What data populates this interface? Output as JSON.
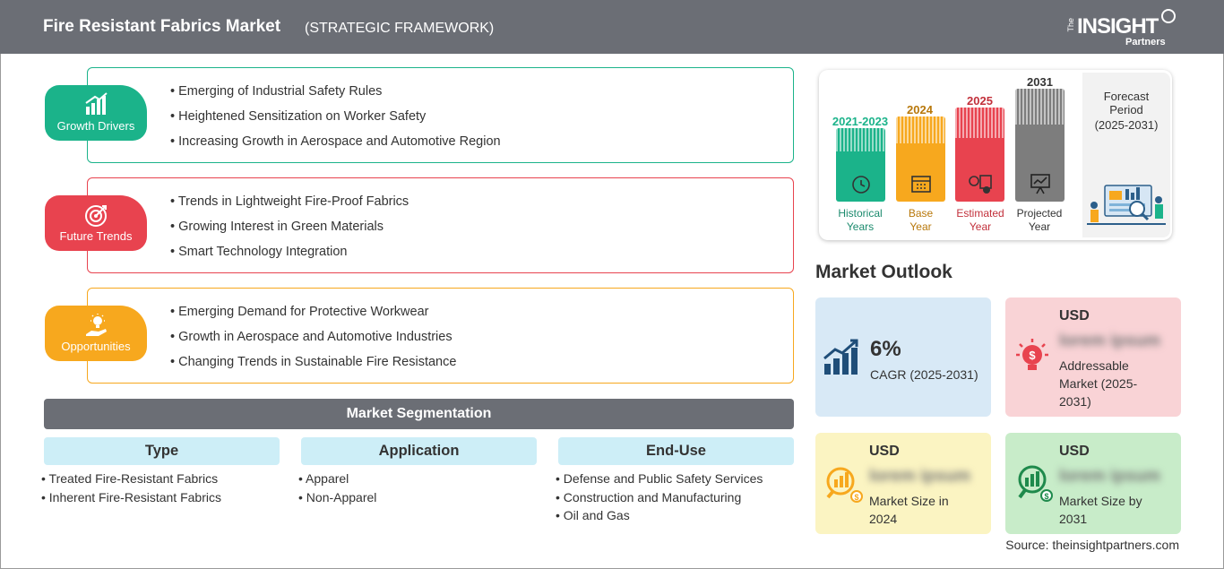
{
  "header": {
    "title": "Fire Resistant Fabrics Market",
    "subtitle": "(STRATEGIC FRAMEWORK)",
    "logo_the": "The",
    "logo_insight": "INSIGHT",
    "logo_partners": "Partners"
  },
  "categories": [
    {
      "label": "Growth Drivers",
      "items": [
        "Emerging of Industrial Safety Rules",
        "Heightened Sensitization on Worker Safety",
        "Increasing Growth in Aerospace and Automotive Region"
      ]
    },
    {
      "label": "Future Trends",
      "items": [
        "Trends in Lightweight Fire-Proof Fabrics",
        "Growing Interest in Green Materials",
        "Smart Technology Integration"
      ]
    },
    {
      "label": "Opportunities",
      "items": [
        "Emerging Demand for Protective Workwear",
        "Growth in Aerospace and Automotive Industries",
        "Changing Trends in Sustainable Fire Resistance"
      ]
    }
  ],
  "segmentation": {
    "title": "Market Segmentation",
    "columns": [
      {
        "header": "Type",
        "items": [
          "Treated Fire-Resistant Fabrics",
          "Inherent Fire-Resistant Fabrics"
        ]
      },
      {
        "header": "Application",
        "items": [
          "Apparel",
          "Non-Apparel"
        ]
      },
      {
        "header": "End-Use",
        "items": [
          "Defense and Public Safety Services",
          "Construction and Manufacturing",
          "Oil and Gas"
        ]
      }
    ]
  },
  "timeline": {
    "bars": [
      {
        "year": "2021-2023",
        "label1": "Historical",
        "label2": "Years",
        "color": "#1bb38a"
      },
      {
        "year": "2024",
        "label1": "Base",
        "label2": "Year",
        "color": "#f7a81e"
      },
      {
        "year": "2025",
        "label1": "Estimated",
        "label2": "Year",
        "color": "#e8434f"
      },
      {
        "year": "2031",
        "label1": "Projected",
        "label2": "Year",
        "color": "#7d7d7d"
      }
    ],
    "forecast_label": "Forecast Period",
    "forecast_range": "(2025-2031)"
  },
  "outlook": {
    "title": "Market Outlook",
    "cagr_value": "6%",
    "cagr_label": "CAGR (2025-2031)",
    "addressable": {
      "usd": "USD",
      "value": "lorem ipsum",
      "desc": "Addressable Market (2025-2031)"
    },
    "size_2024": {
      "usd": "USD",
      "value": "lorem ipsum",
      "desc": "Market Size in 2024"
    },
    "size_2031": {
      "usd": "USD",
      "value": "lorem ipsum",
      "desc": "Market Size by 2031"
    }
  },
  "colors": {
    "growth": "#1bb38a",
    "trends": "#e8434f",
    "opportunities": "#f7a81e",
    "header": "#6b6e75"
  },
  "source": "Source: theinsightpartners.com"
}
